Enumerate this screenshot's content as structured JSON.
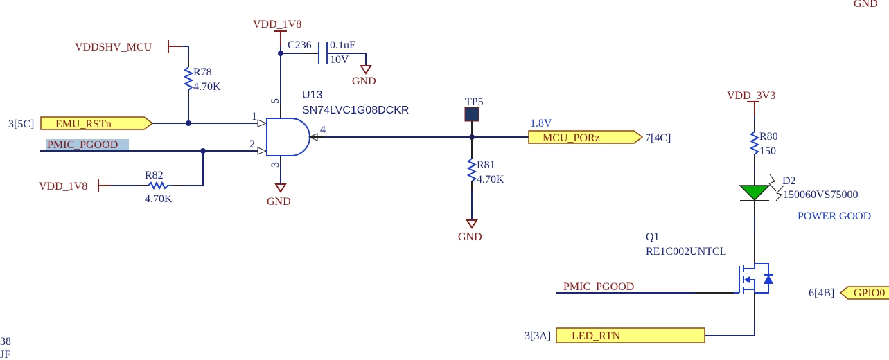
{
  "schematic": {
    "power": {
      "vddshv_mcu": "VDDSHV_MCU",
      "vdd_1v8_top": "VDD_1V8",
      "vdd_1v8_left": "VDD_1V8",
      "vdd_3v3": "VDD_3V3",
      "gnd": "GND"
    },
    "components": {
      "r78": {
        "ref": "R78",
        "value": "4.70K"
      },
      "r82": {
        "ref": "R82",
        "value": "4.70K"
      },
      "r81": {
        "ref": "R81",
        "value": "4.70K"
      },
      "r80": {
        "ref": "R80",
        "value": "150"
      },
      "c236": {
        "ref": "C236",
        "value": "0.1uF",
        "voltage": "10V"
      },
      "u13": {
        "ref": "U13",
        "part": "SN74LVC1G08DCKR",
        "pins": [
          "1",
          "2",
          "3",
          "4",
          "5"
        ]
      },
      "tp5": {
        "ref": "TP5"
      },
      "d2": {
        "ref": "D2",
        "part": "150060VS75000",
        "note": "POWER GOOD",
        "color": "#00b000"
      },
      "q1": {
        "ref": "Q1",
        "part": "RE1C002UNTCL"
      }
    },
    "nets": {
      "emu_rstn": {
        "name": "EMU_RSTn",
        "ref": "3[5C]"
      },
      "pmic_pgood": "PMIC_PGOOD",
      "pmic_pgood_q": "PMIC_PGOOD",
      "mcu_porz": {
        "name": "MCU_PORz",
        "ref": "7[4C]",
        "voltage": "1.8V"
      },
      "led_rtn": {
        "name": "LED_RTN",
        "ref": "3[3A]"
      },
      "gpio": {
        "name": "GPIO0",
        "ref": "6[4B]"
      }
    },
    "partial": {
      "bottom_left_1": "38",
      "bottom_left_2": "JF"
    }
  }
}
